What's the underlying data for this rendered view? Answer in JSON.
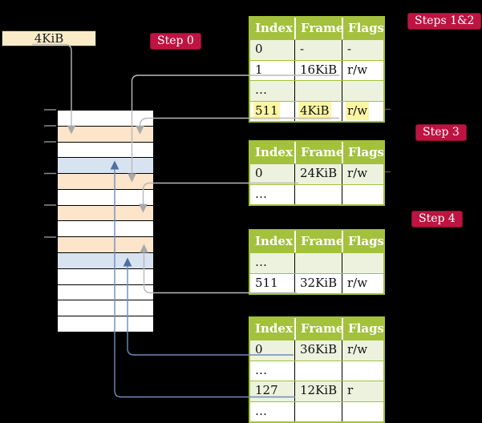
{
  "frame_box": {
    "label": "4KiB"
  },
  "labels": {
    "step0": "Step 0",
    "steps12": "Steps 1&2",
    "step3": "Step 3",
    "step4": "Step 4"
  },
  "memory": {
    "rows": [
      {
        "kind": "white"
      },
      {
        "kind": "peach"
      },
      {
        "kind": "white"
      },
      {
        "kind": "blue"
      },
      {
        "kind": "peach"
      },
      {
        "kind": "white"
      },
      {
        "kind": "peach"
      },
      {
        "kind": "white"
      },
      {
        "kind": "peach"
      },
      {
        "kind": "blue"
      },
      {
        "kind": "white"
      },
      {
        "kind": "white"
      },
      {
        "kind": "white"
      },
      {
        "kind": "white"
      }
    ]
  },
  "tables": {
    "pt1": {
      "headers": [
        "Index",
        "Frame",
        "Flags"
      ],
      "rows": [
        {
          "index": "0",
          "frame": "-",
          "flags": "-"
        },
        {
          "index": "1",
          "frame": "16KiB",
          "flags": "r/w"
        },
        {
          "index": "…",
          "frame": "",
          "flags": ""
        },
        {
          "index": "511",
          "frame": "4KiB",
          "flags": "r/w"
        }
      ]
    },
    "pt2": {
      "headers": [
        "Index",
        "Frame",
        "Flags"
      ],
      "rows": [
        {
          "index": "0",
          "frame": "24KiB",
          "flags": "r/w"
        },
        {
          "index": "…",
          "frame": "",
          "flags": ""
        }
      ]
    },
    "pt3": {
      "headers": [
        "Index",
        "Frame",
        "Flags"
      ],
      "rows": [
        {
          "index": "…",
          "frame": "",
          "flags": ""
        },
        {
          "index": "511",
          "frame": "32KiB",
          "flags": "r/w"
        }
      ]
    },
    "pt4": {
      "headers": [
        "Index",
        "Frame",
        "Flags"
      ],
      "rows": [
        {
          "index": "0",
          "frame": "36KiB",
          "flags": "r/w"
        },
        {
          "index": "…",
          "frame": "",
          "flags": ""
        },
        {
          "index": "127",
          "frame": "12KiB",
          "flags": "r"
        },
        {
          "index": "…",
          "frame": "",
          "flags": ""
        }
      ]
    }
  },
  "colors": {
    "background": "#000000",
    "header_green": "#a3c13d",
    "row_green": "#edf2de",
    "frame_peach": "#fce5ca",
    "frame_blue": "#d8e3f2",
    "box_cream": "#faecc9",
    "label_red": "#bd1441",
    "label_red_border": "#8a0e30",
    "highlight_yellow": "#fcf6a4",
    "connector_gray": "#b9b9b9",
    "arrow_gray": "#a9a9a9",
    "connector_blue": "#6d8cbe",
    "arrow_blue": "#4f70a0",
    "tick": "#8a8a8a",
    "stub": "#4a4a4a"
  }
}
